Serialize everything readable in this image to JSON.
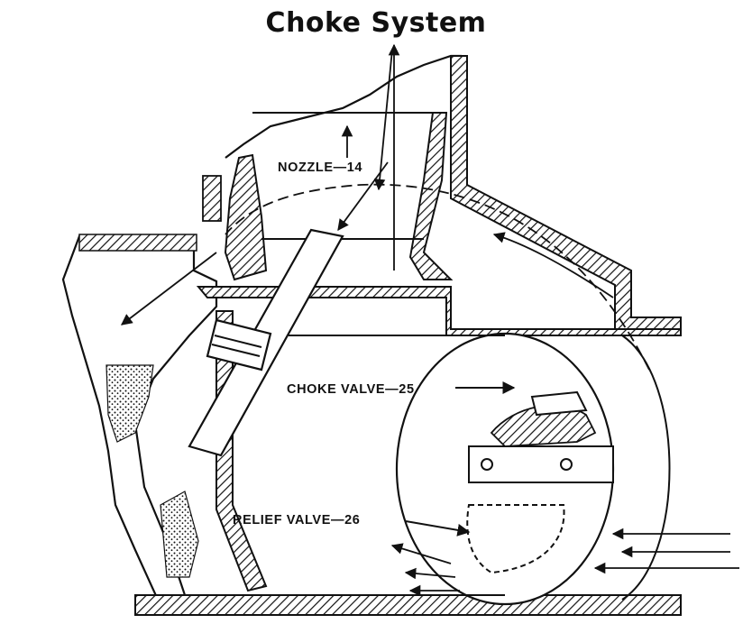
{
  "title": "Choke System",
  "labels": {
    "nozzle": "NOZZLE—14",
    "choke_valve": "CHOKE VALVE—25",
    "relief_valve": "RELIEF VALVE—26"
  },
  "colors": {
    "ink": "#111111",
    "paper": "#ffffff",
    "stipple": "#111111"
  }
}
